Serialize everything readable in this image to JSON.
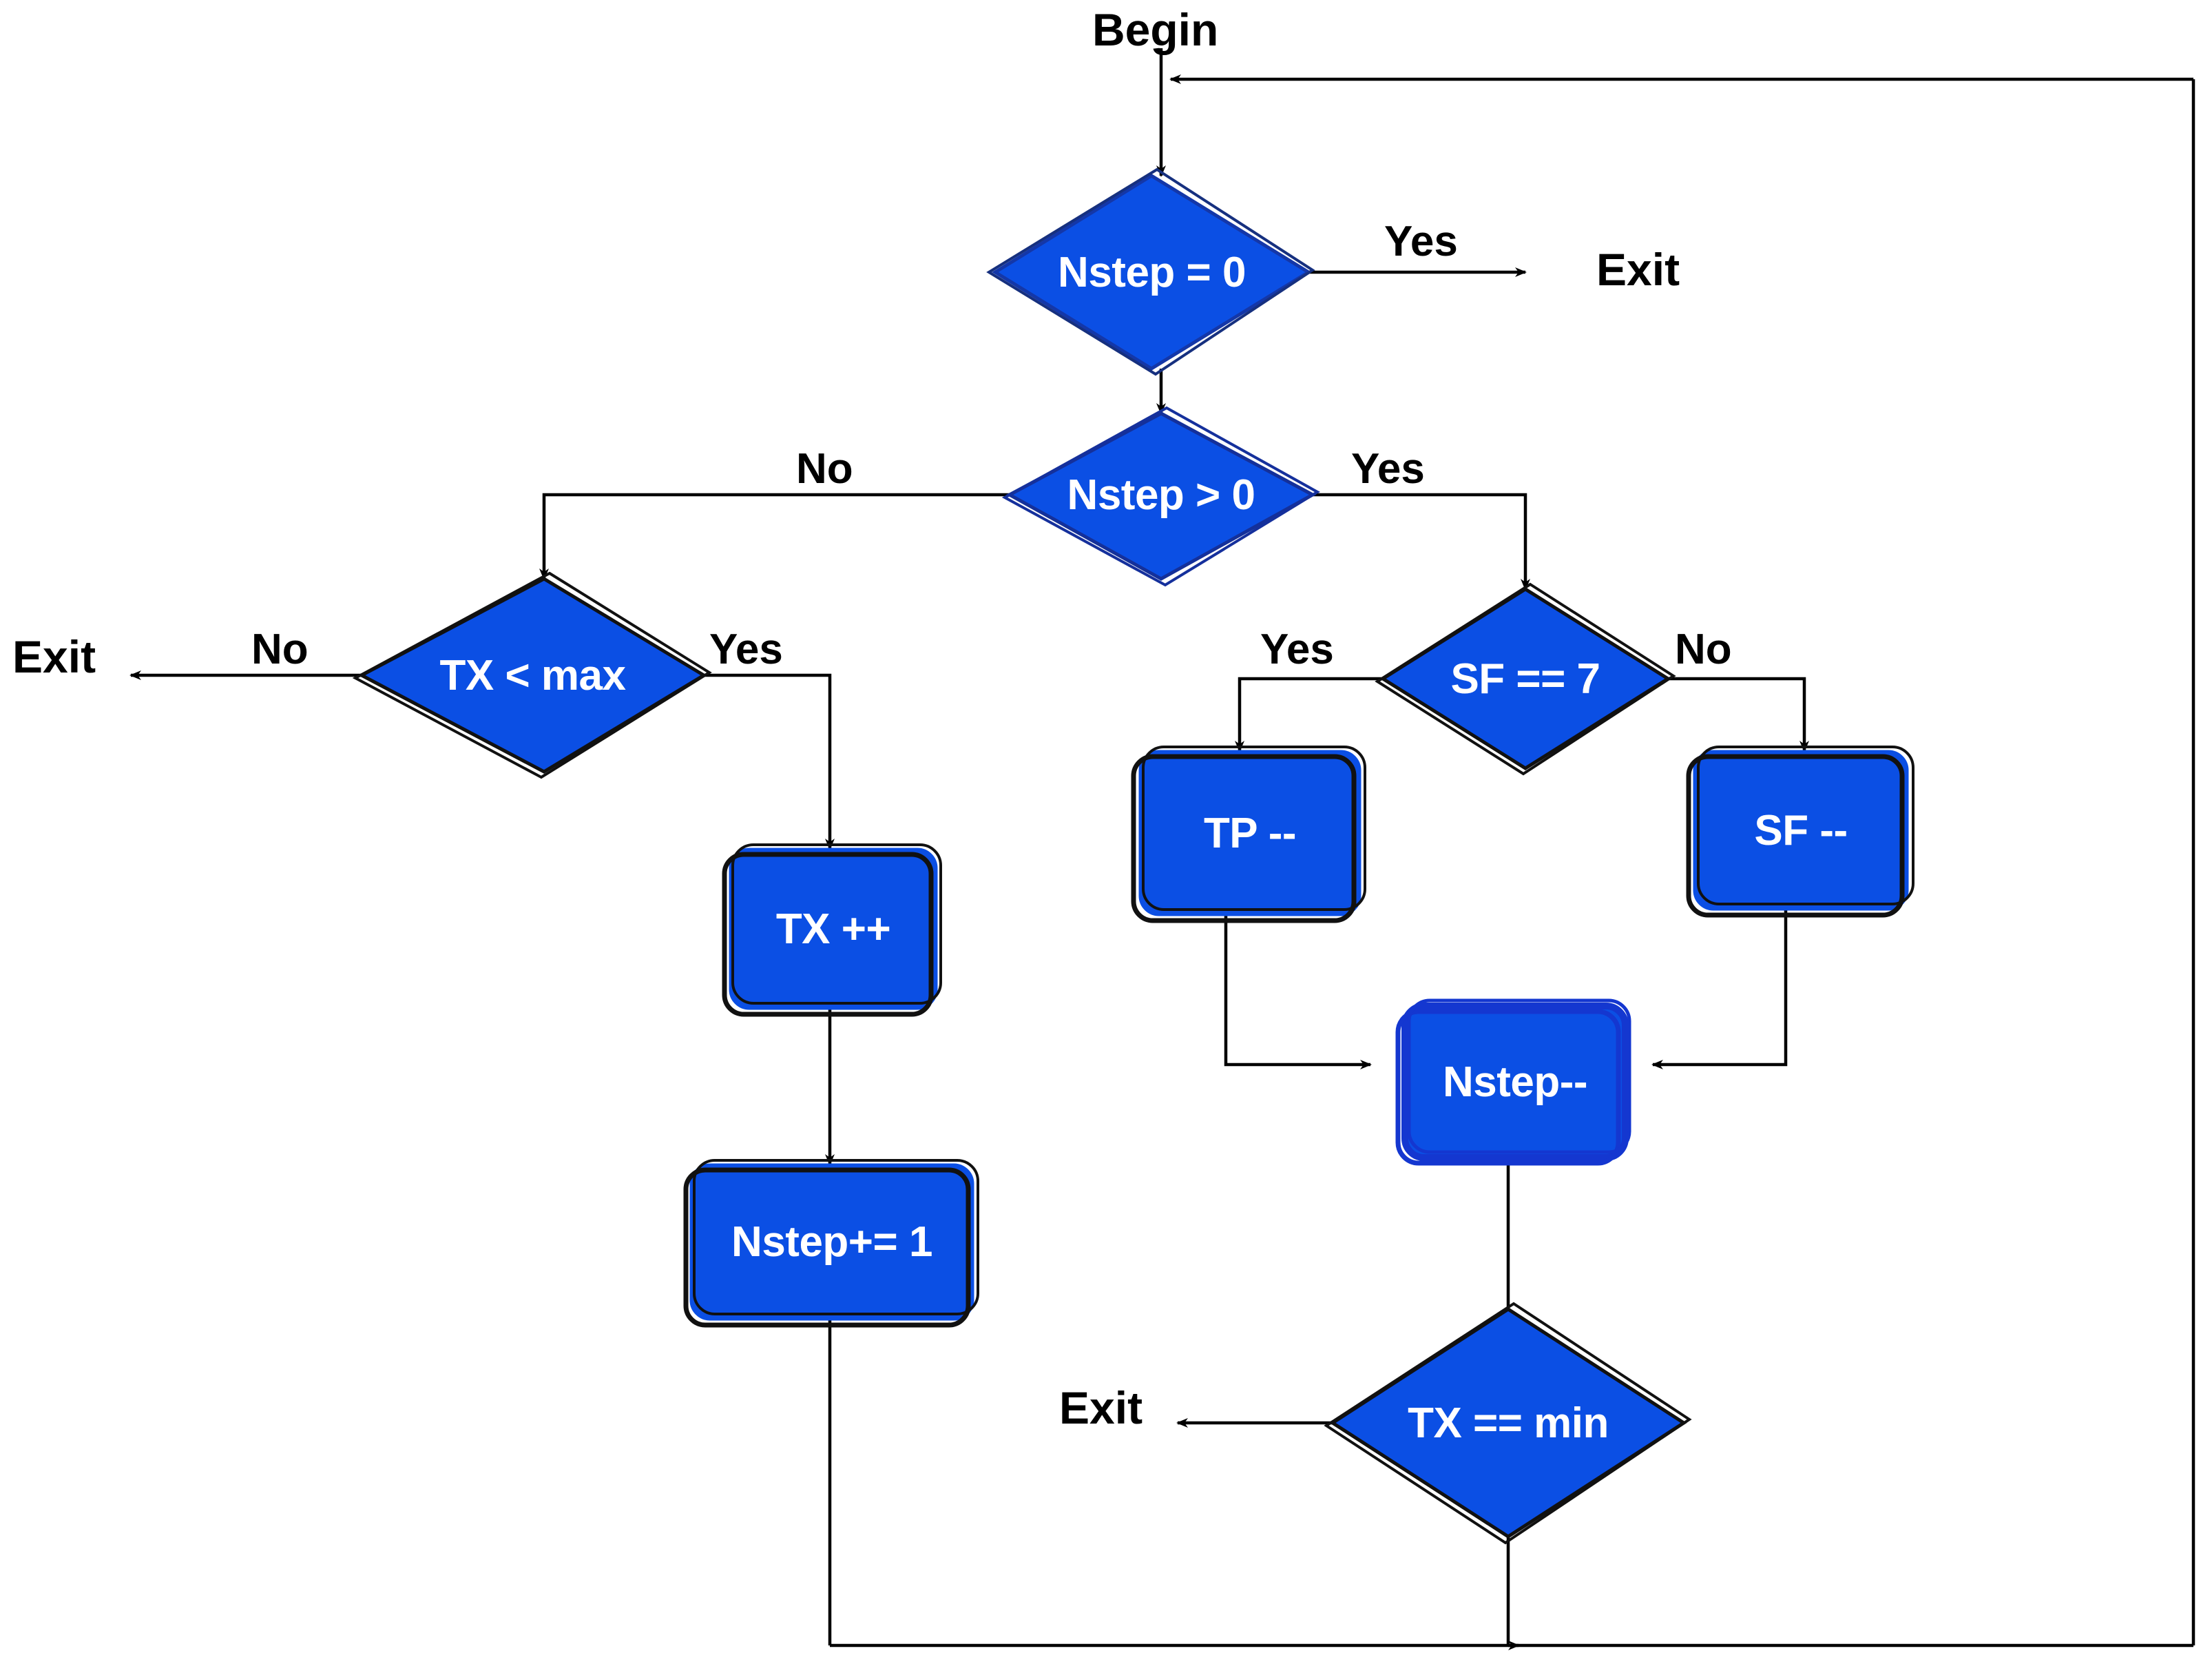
{
  "diagram": {
    "type": "flowchart",
    "title": "Nstep / TX control-flow flowchart",
    "colors": {
      "node_fill": "#0B4FE4",
      "node_stroke": "#111111",
      "node_text": "#FFFFFF",
      "edge_stroke": "#000000",
      "background": "#FFFFFF"
    },
    "terminals": [
      {
        "id": "begin",
        "label": "Begin"
      },
      {
        "id": "exit_nstep0",
        "label": "Exit"
      },
      {
        "id": "exit_txmax",
        "label": "Exit"
      },
      {
        "id": "exit_txmin",
        "label": "Exit"
      }
    ],
    "nodes": [
      {
        "id": "d_nstep_zero",
        "shape": "diamond",
        "label": "Nstep = 0"
      },
      {
        "id": "d_nstep_gt0",
        "shape": "diamond",
        "label": "Nstep > 0"
      },
      {
        "id": "d_tx_max",
        "shape": "diamond",
        "label": "TX < max"
      },
      {
        "id": "d_sf_7",
        "shape": "diamond",
        "label": "SF == 7"
      },
      {
        "id": "p_tx_inc",
        "shape": "process",
        "label": "TX ++"
      },
      {
        "id": "p_nstep_add",
        "shape": "process",
        "label": "Nstep+= 1"
      },
      {
        "id": "p_tp_dec",
        "shape": "process",
        "label": "TP --"
      },
      {
        "id": "p_sf_dec",
        "shape": "process",
        "label": "SF --"
      },
      {
        "id": "p_nstep_dec",
        "shape": "process",
        "label": "Nstep--"
      },
      {
        "id": "d_tx_min",
        "shape": "diamond",
        "label": "TX == min"
      }
    ],
    "edge_labels": [
      {
        "id": "yes_nstep_zero",
        "label": "Yes"
      },
      {
        "id": "no_nstep_gt0",
        "label": "No"
      },
      {
        "id": "yes_nstep_gt0",
        "label": "Yes"
      },
      {
        "id": "no_tx_max",
        "label": "No"
      },
      {
        "id": "yes_tx_max",
        "label": "Yes"
      },
      {
        "id": "yes_sf_7",
        "label": "Yes"
      },
      {
        "id": "no_sf_7",
        "label": "No"
      }
    ],
    "edges": [
      {
        "from": "begin",
        "to": "d_nstep_zero",
        "label": ""
      },
      {
        "from": "d_nstep_zero",
        "to": "exit_nstep0",
        "label": "Yes"
      },
      {
        "from": "d_nstep_zero",
        "to": "d_nstep_gt0",
        "label": ""
      },
      {
        "from": "d_nstep_gt0",
        "to": "d_tx_max",
        "label": "No"
      },
      {
        "from": "d_nstep_gt0",
        "to": "d_sf_7",
        "label": "Yes"
      },
      {
        "from": "d_tx_max",
        "to": "exit_txmax",
        "label": "No"
      },
      {
        "from": "d_tx_max",
        "to": "p_tx_inc",
        "label": "Yes"
      },
      {
        "from": "p_tx_inc",
        "to": "p_nstep_add",
        "label": ""
      },
      {
        "from": "p_nstep_add",
        "to": "loop_back",
        "label": ""
      },
      {
        "from": "d_sf_7",
        "to": "p_tp_dec",
        "label": "Yes"
      },
      {
        "from": "d_sf_7",
        "to": "p_sf_dec",
        "label": "No"
      },
      {
        "from": "p_tp_dec",
        "to": "p_nstep_dec",
        "label": ""
      },
      {
        "from": "p_sf_dec",
        "to": "p_nstep_dec",
        "label": ""
      },
      {
        "from": "p_nstep_dec",
        "to": "d_tx_min",
        "label": ""
      },
      {
        "from": "d_tx_min",
        "to": "exit_txmin",
        "label": ""
      },
      {
        "from": "d_tx_min",
        "to": "loop_back",
        "label": ""
      },
      {
        "from": "loop_back",
        "to": "d_nstep_zero",
        "label": ""
      }
    ]
  }
}
